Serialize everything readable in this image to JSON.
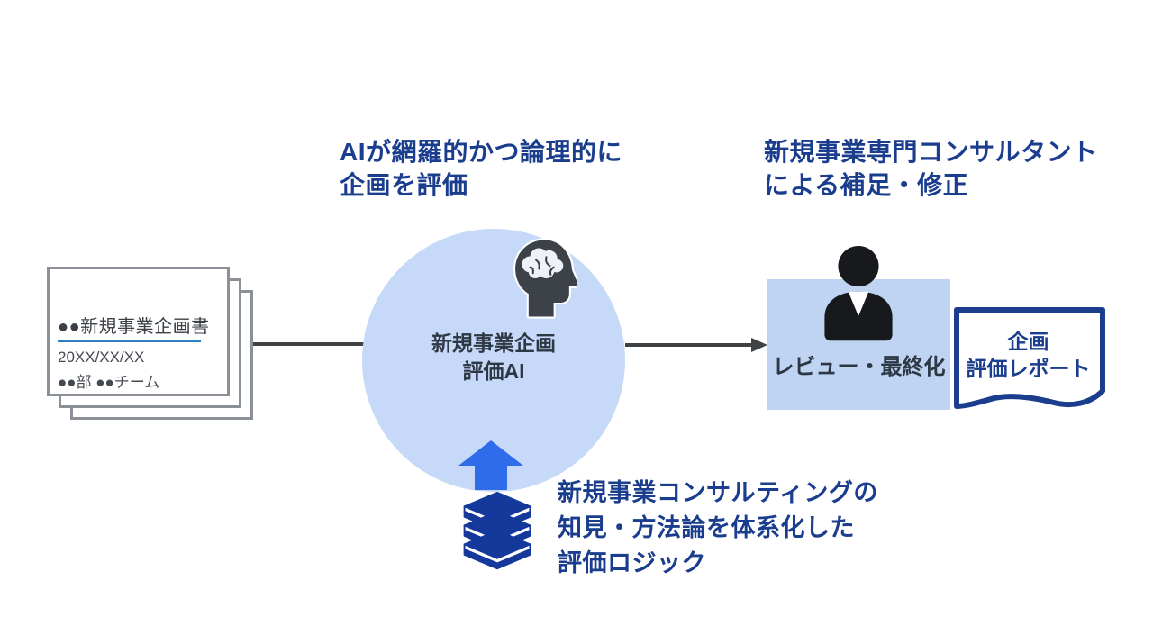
{
  "diagram_title": "",
  "captions": {
    "ai": {
      "line1": "AIが網羅的かつ論理的に",
      "line2": "企画を評価"
    },
    "consultant": {
      "line1": "新規事業専門コンサルタント",
      "line2": "による補足・修正"
    }
  },
  "input_document": {
    "title": "●●新規事業企画書",
    "date": "20XX/XX/XX",
    "team": "●●部 ●●チーム"
  },
  "ai_node": {
    "label_line1": "新規事業企画",
    "label_line2": "評価AI",
    "icon": "brain-head-icon"
  },
  "review_node": {
    "label": "レビュー・最終化",
    "icon": "consultant-person-icon"
  },
  "report": {
    "line1": "企画",
    "line2": "評価レポート"
  },
  "logic_note": {
    "line1": "新規事業コンサルティングの",
    "line2": "知見・方法論を体系化した",
    "line3": "評価ロジック",
    "icon": "books-icon"
  },
  "colors": {
    "caption_blue": "#1a3d8e",
    "circle_fill": "#c7d9f8",
    "review_box_fill": "#bfd4f2",
    "node_label_dark": "#2e3744",
    "connector_gray": "#3f4245",
    "up_arrow_blue": "#2e6ce9",
    "books_blue": "#15389b",
    "report_border_blue": "#1a3d8e",
    "doc_border_gray": "#8a9095",
    "doc_underline_blue": "#2e7fc2",
    "background": "#ffffff"
  }
}
